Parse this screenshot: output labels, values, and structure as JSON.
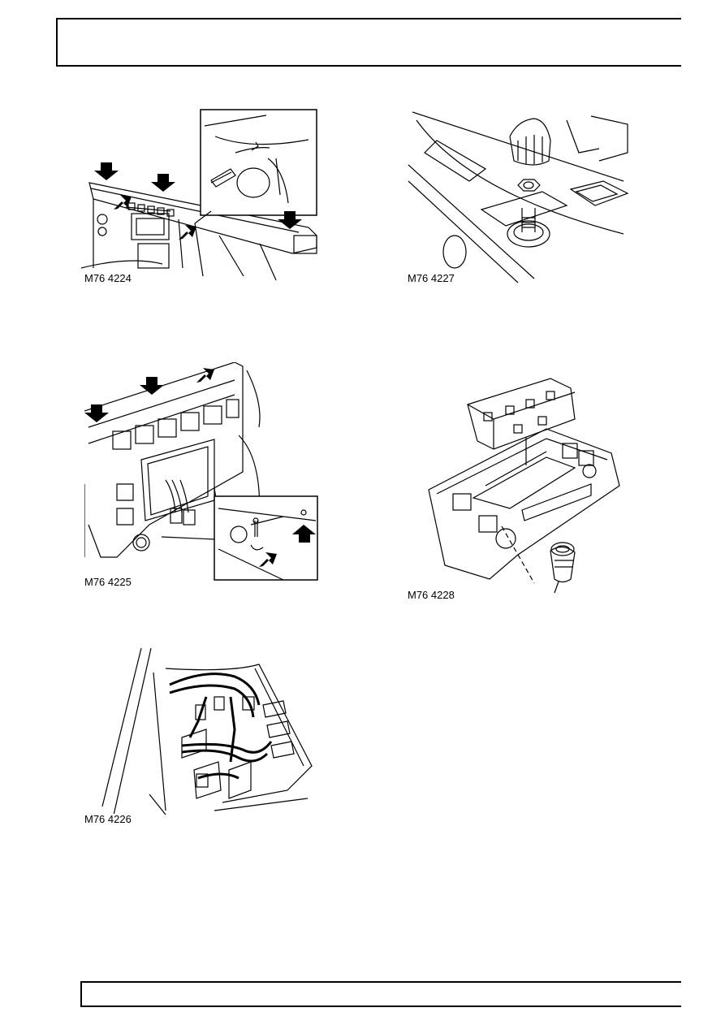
{
  "figures": [
    {
      "caption": "M76 4224"
    },
    {
      "caption": "M76 4227"
    },
    {
      "caption": "M76 4225"
    },
    {
      "caption": "M76 4228"
    },
    {
      "caption": "M76 4226"
    }
  ]
}
